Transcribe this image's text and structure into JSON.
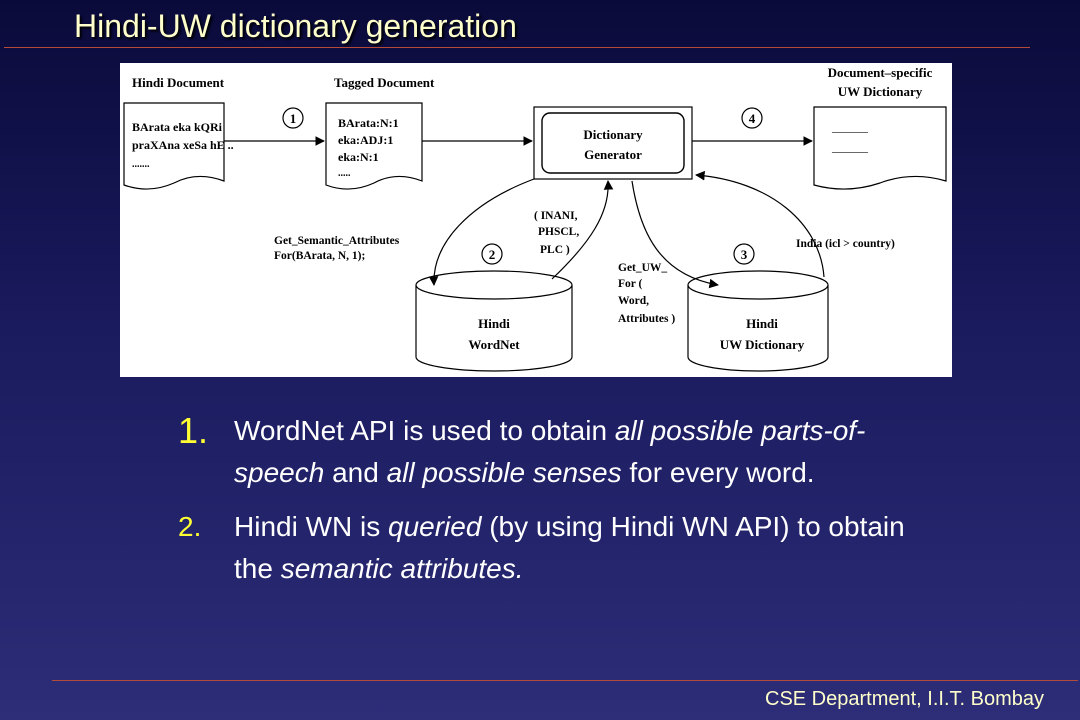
{
  "slide": {
    "title": "Hindi-UW dictionary generation",
    "footer": "CSE Department, I.I.T. Bombay"
  },
  "diagram": {
    "hindi_document": {
      "label": "Hindi Document",
      "lines": [
        "BArata eka kQRi",
        "praXAna xeSa hE ..",
        "......."
      ]
    },
    "tagged_document": {
      "label": "Tagged Document",
      "lines": [
        "BArata:N:1",
        "eka:ADJ:1",
        "eka:N:1",
        "....."
      ]
    },
    "generator": {
      "line1": "Dictionary",
      "line2": "Generator"
    },
    "output_dictionary": {
      "line1": "Document–specific",
      "line2": "UW Dictionary",
      "entries": [
        "––––––",
        "––––––"
      ]
    },
    "steps": [
      "1",
      "2",
      "3",
      "4"
    ],
    "wordnet_db": {
      "line1": "Hindi",
      "line2": "WordNet"
    },
    "uw_db": {
      "line1": "Hindi",
      "line2": "UW Dictionary"
    },
    "semantic_query": {
      "line1": "Get_Semantic_Attributes",
      "line2": "For(BArata, N, 1);"
    },
    "attributes_returned": {
      "line1": "( INANI,",
      "line2": "PHSCL,",
      "line3": "PLC )"
    },
    "uw_query": {
      "line1": "Get_UW_",
      "line2": "For (",
      "line3": "Word,",
      "line4": "Attributes )"
    },
    "uw_result": "India (icl > country)"
  },
  "points": [
    {
      "number": "1.",
      "lead": " WordNet API is used to obtain ",
      "em1": "all possible parts-of-speech",
      "mid": " and ",
      "em2": "all possible senses",
      "tail": " for every word."
    },
    {
      "number": "2.",
      "lead": " Hindi WN is ",
      "em1": "queried",
      "mid": " (by using Hindi WN API) to obtain the ",
      "em2": "semantic attributes."
    }
  ]
}
